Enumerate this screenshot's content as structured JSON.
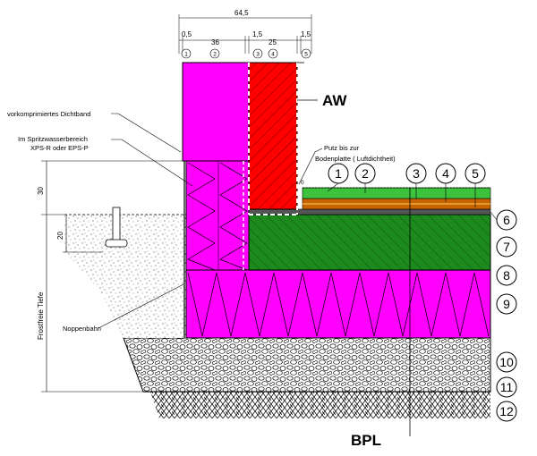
{
  "dimensions": {
    "total": "64,5",
    "seg1": "0,5",
    "seg2": "36",
    "seg3": "1,5",
    "seg4": "25",
    "seg5": "1,5",
    "height30": "30",
    "height20": "20",
    "frost": "Frostfreie Tiefe"
  },
  "layer_heads": [
    "1",
    "2",
    "3",
    "4",
    "5"
  ],
  "labels": {
    "aw": "AW",
    "bpl": "BPL",
    "dichtband": "vorkomprimiertes Dichtband",
    "spritz_1": "Im Spritzwasserbereich",
    "spritz_2": "XPS-R oder EPS-P",
    "putz_1": "Putz bis zur",
    "putz_2": "Bodenplatte  ( Luftdichtheit)",
    "noppen": "Noppenbahn"
  },
  "floor_numbers": [
    "1",
    "2",
    "3",
    "4",
    "5"
  ],
  "side_numbers": [
    "6",
    "7",
    "8",
    "9",
    "10",
    "11",
    "12"
  ],
  "colors": {
    "insulation": "#ff00ff",
    "wall": "#ff0000",
    "slab": "#1d8a1d",
    "floor_top": "#3cc23c",
    "screed": "#c86400",
    "gravel": "#ffffff"
  }
}
